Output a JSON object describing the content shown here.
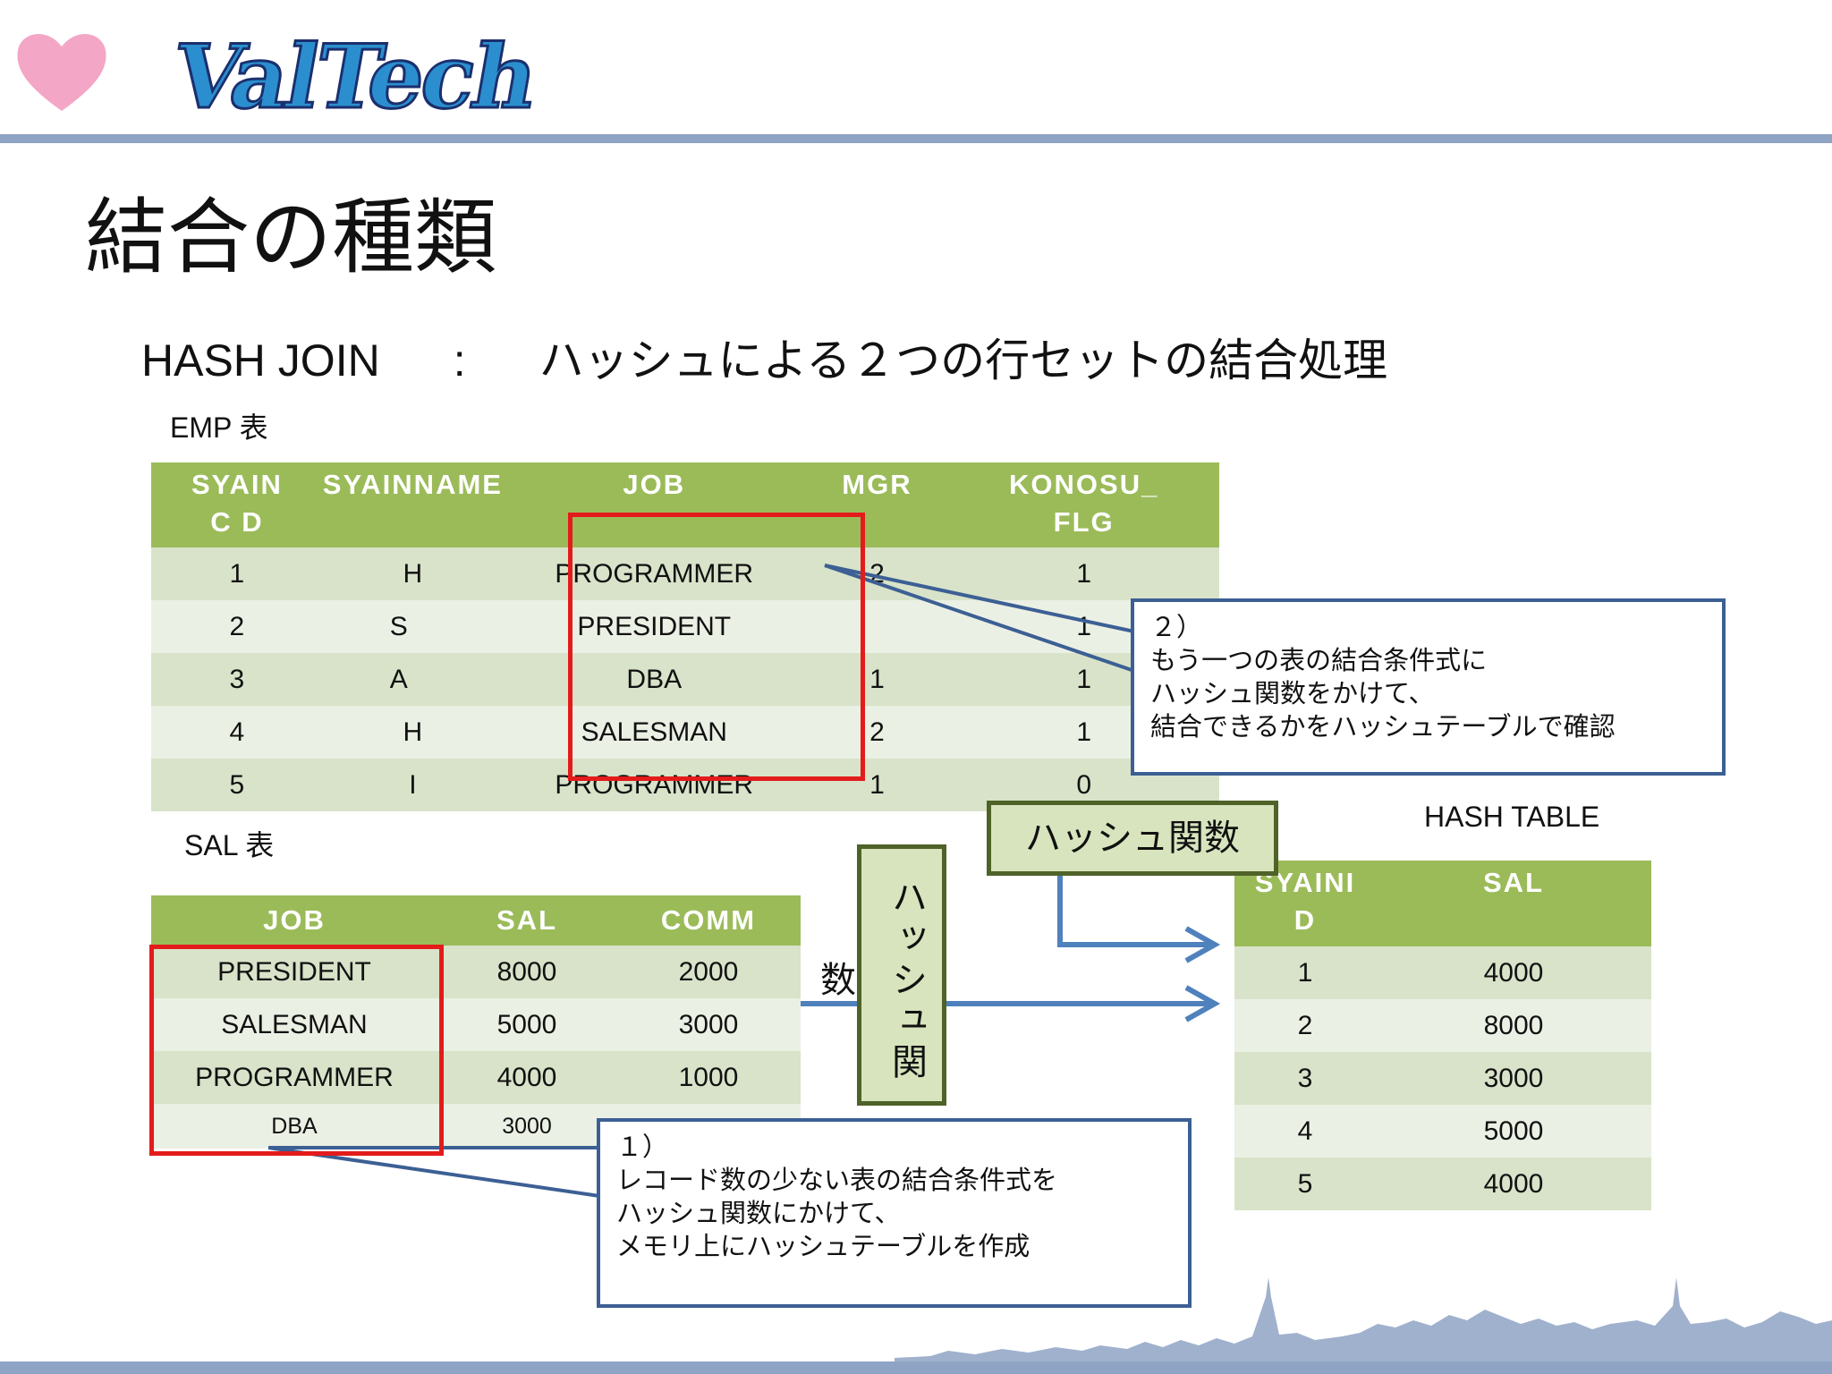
{
  "logo": {
    "text": "ValTech",
    "heart_color": "#f4a6c6",
    "text_color": "#2b8fcf"
  },
  "slide": {
    "title": "結合の種類",
    "subtitle_left": "HASH JOIN",
    "subtitle_sep": ":",
    "subtitle_right": "ハッシュによる２つの行セットの結合処理"
  },
  "emp": {
    "caption": "EMP 表",
    "headers": [
      "SYAINC D",
      "SYAINNAME",
      "JOB",
      "MGR",
      "KONOSU_ FLG"
    ],
    "rows": [
      [
        "1",
        "H",
        "PROGRAMMER",
        "2",
        "1"
      ],
      [
        "2",
        "S",
        "PRESIDENT",
        "",
        "1"
      ],
      [
        "3",
        "A",
        "DBA",
        "1",
        "1"
      ],
      [
        "4",
        "H",
        "SALESMAN",
        "2",
        "1"
      ],
      [
        "5",
        "I",
        "PROGRAMMER",
        "1",
        "0"
      ]
    ]
  },
  "sal": {
    "caption": "SAL 表",
    "headers": [
      "JOB",
      "SAL",
      "COMM"
    ],
    "rows": [
      [
        "PRESIDENT",
        "8000",
        "2000"
      ],
      [
        "SALESMAN",
        "5000",
        "3000"
      ],
      [
        "PROGRAMMER",
        "4000",
        "1000"
      ],
      [
        "DBA",
        "3000",
        ""
      ]
    ]
  },
  "hash_table": {
    "caption": "HASH TABLE",
    "headers": [
      "SYAINI D",
      "SAL"
    ],
    "rows": [
      [
        "1",
        "4000"
      ],
      [
        "2",
        "8000"
      ],
      [
        "3",
        "3000"
      ],
      [
        "4",
        "5000"
      ],
      [
        "5",
        "4000"
      ]
    ]
  },
  "labels": {
    "hash_func_h": "ハッシュ関数",
    "hash_func_v": "ハッシュ関数"
  },
  "callout1": {
    "num": "１）",
    "lines": [
      "レコード数の少ない表の結合条件式を",
      "ハッシュ関数にかけて、",
      "メモリ上にハッシュテーブルを作成"
    ]
  },
  "callout2": {
    "num": "２）",
    "lines": [
      "もう一つの表の結合条件式に",
      "ハッシュ関数をかけて、",
      "結合できるかをハッシュテーブルで確認"
    ]
  },
  "colors": {
    "header_green": "#9bbb59",
    "row_odd": "#d8e3c9",
    "row_even": "#ebf0e4",
    "highlight_red": "#e31b1b",
    "arrow_blue": "#4f81bd",
    "callout_border": "#3c5f94",
    "bar_blue": "#8fa3c4"
  }
}
